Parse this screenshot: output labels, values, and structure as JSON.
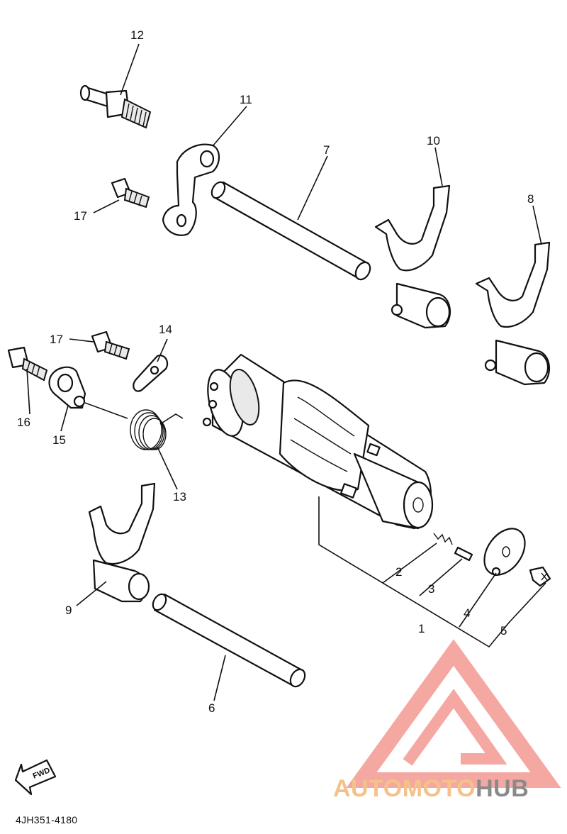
{
  "diagram": {
    "code": "4JH351-4180",
    "fwd_label": "FWD",
    "callouts": [
      {
        "id": "c1",
        "text": "1"
      },
      {
        "id": "c2",
        "text": "2"
      },
      {
        "id": "c3",
        "text": "3"
      },
      {
        "id": "c4",
        "text": "4"
      },
      {
        "id": "c5",
        "text": "5"
      },
      {
        "id": "c6",
        "text": "6"
      },
      {
        "id": "c7",
        "text": "7"
      },
      {
        "id": "c8",
        "text": "8"
      },
      {
        "id": "c9",
        "text": "9"
      },
      {
        "id": "c10",
        "text": "10"
      },
      {
        "id": "c11",
        "text": "11"
      },
      {
        "id": "c12",
        "text": "12"
      },
      {
        "id": "c13",
        "text": "13"
      },
      {
        "id": "c14",
        "text": "14"
      },
      {
        "id": "c15",
        "text": "15"
      },
      {
        "id": "c16",
        "text": "16"
      },
      {
        "id": "c17a",
        "text": "17"
      },
      {
        "id": "c17b",
        "text": "17"
      }
    ]
  },
  "watermark": {
    "part1": "AUTO",
    "part2": "MOTO",
    "part3": "HUB",
    "colors": {
      "logo": "#f28b82",
      "accent": "#f4c18a",
      "grey": "#8a8a8a"
    }
  }
}
